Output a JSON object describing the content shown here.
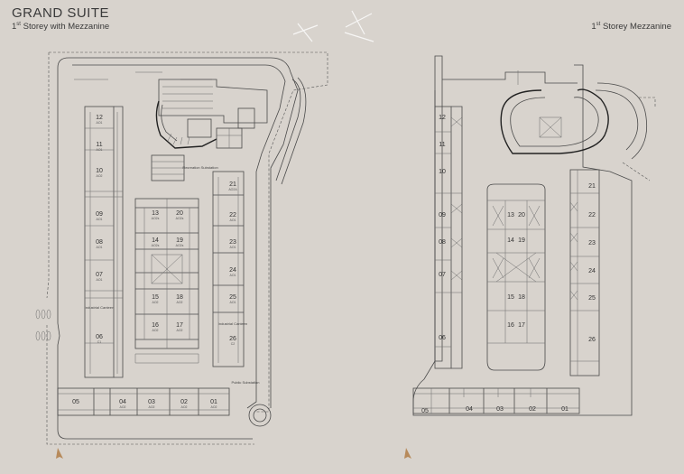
{
  "header": {
    "title": "GRAND SUITE",
    "subtitle_prefix": "1",
    "subtitle_sup": "st",
    "subtitle_rest": " Storey with Mezzanine"
  },
  "right_header": {
    "prefix": "1",
    "sup": "st",
    "rest": " Storey Mezzanine"
  },
  "left_plan": {
    "units": [
      {
        "no": "12",
        "sub": "AO1"
      },
      {
        "no": "11",
        "sub": "AO1"
      },
      {
        "no": "10",
        "sub": "AO2"
      },
      {
        "no": "09",
        "sub": "AO1"
      },
      {
        "no": "08",
        "sub": "AO1"
      },
      {
        "no": "07",
        "sub": "AO1"
      },
      {
        "no": "06",
        "sub": "C1"
      },
      {
        "no": "13",
        "sub": "AO2s"
      },
      {
        "no": "20",
        "sub": "AO2s"
      },
      {
        "no": "14",
        "sub": "AO2s"
      },
      {
        "no": "19",
        "sub": "AO2s"
      },
      {
        "no": "15",
        "sub": "AO2"
      },
      {
        "no": "18",
        "sub": "AO2"
      },
      {
        "no": "16",
        "sub": "AO2"
      },
      {
        "no": "17",
        "sub": "AO2"
      },
      {
        "no": "21",
        "sub": "AO2A"
      },
      {
        "no": "22",
        "sub": "AO1"
      },
      {
        "no": "23",
        "sub": "AO1"
      },
      {
        "no": "24",
        "sub": "AO1"
      },
      {
        "no": "25",
        "sub": "AO1"
      },
      {
        "no": "26",
        "sub": "C2"
      },
      {
        "no": "05",
        "sub": ""
      },
      {
        "no": "04",
        "sub": "AO2"
      },
      {
        "no": "03",
        "sub": "AO2"
      },
      {
        "no": "02",
        "sub": "AO2"
      },
      {
        "no": "01",
        "sub": "AO2"
      }
    ],
    "labels": {
      "canteen_left": "Industrial Canteen",
      "canteen_right": "Industrial Canteen",
      "substation": "Recreation Substation",
      "substation2": "Public Substation"
    }
  },
  "right_plan": {
    "units": [
      "12",
      "11",
      "10",
      "09",
      "08",
      "07",
      "06",
      "13",
      "20",
      "14",
      "19",
      "15",
      "18",
      "16",
      "17",
      "21",
      "22",
      "23",
      "24",
      "25",
      "26",
      "05",
      "04",
      "03",
      "02",
      "01"
    ]
  }
}
